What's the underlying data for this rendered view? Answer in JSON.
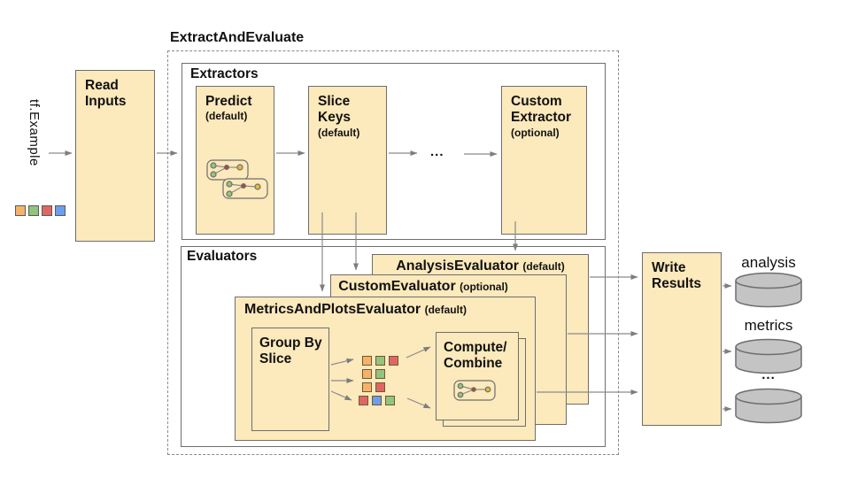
{
  "colors": {
    "box_fill": "#FCE9BC",
    "box_border": "#6e6e6e",
    "arrow": "#8a8a8a",
    "cylinder_fill": "#C4C4C4",
    "cylinder_border": "#6e6e6e",
    "palette": {
      "orange": "#F6B26B",
      "green": "#93C47D",
      "red": "#E06666",
      "blue": "#6D9EEB"
    },
    "node_green": "#93C47D",
    "node_red": "#BE4135",
    "node_yellow": "#E8B73B"
  },
  "input": {
    "label": "tf.Example",
    "legend_colors": [
      "orange",
      "green",
      "red",
      "blue"
    ]
  },
  "read_inputs": {
    "title": "Read Inputs"
  },
  "pipeline": {
    "title": "ExtractAndEvaluate"
  },
  "extractors": {
    "label": "Extractors",
    "ellipsis": "...",
    "items": [
      {
        "name": "Predict",
        "qualifier": "(default)"
      },
      {
        "name": "Slice Keys",
        "qualifier": "(default)"
      },
      {
        "name": "Custom Extractor",
        "qualifier": "(optional)"
      }
    ]
  },
  "evaluators": {
    "label": "Evaluators",
    "items": [
      {
        "name": "AnalysisEvaluator",
        "qualifier": "(default)"
      },
      {
        "name": "CustomEvaluator",
        "qualifier": "(optional)"
      },
      {
        "name": "MetricsAndPlotsEvaluator",
        "qualifier": "(default)"
      }
    ],
    "group_by_slice": "Group By Slice",
    "compute_combine": "Compute/ Combine",
    "slice_grid": [
      [
        "orange",
        "green",
        "red"
      ],
      [
        "orange",
        "green"
      ],
      [
        "orange",
        "red"
      ],
      [
        "red",
        "blue",
        "green"
      ]
    ]
  },
  "write_results": {
    "title": "Write Results"
  },
  "outputs": [
    {
      "label": "analysis"
    },
    {
      "label": "metrics"
    },
    {
      "label": "..."
    }
  ]
}
